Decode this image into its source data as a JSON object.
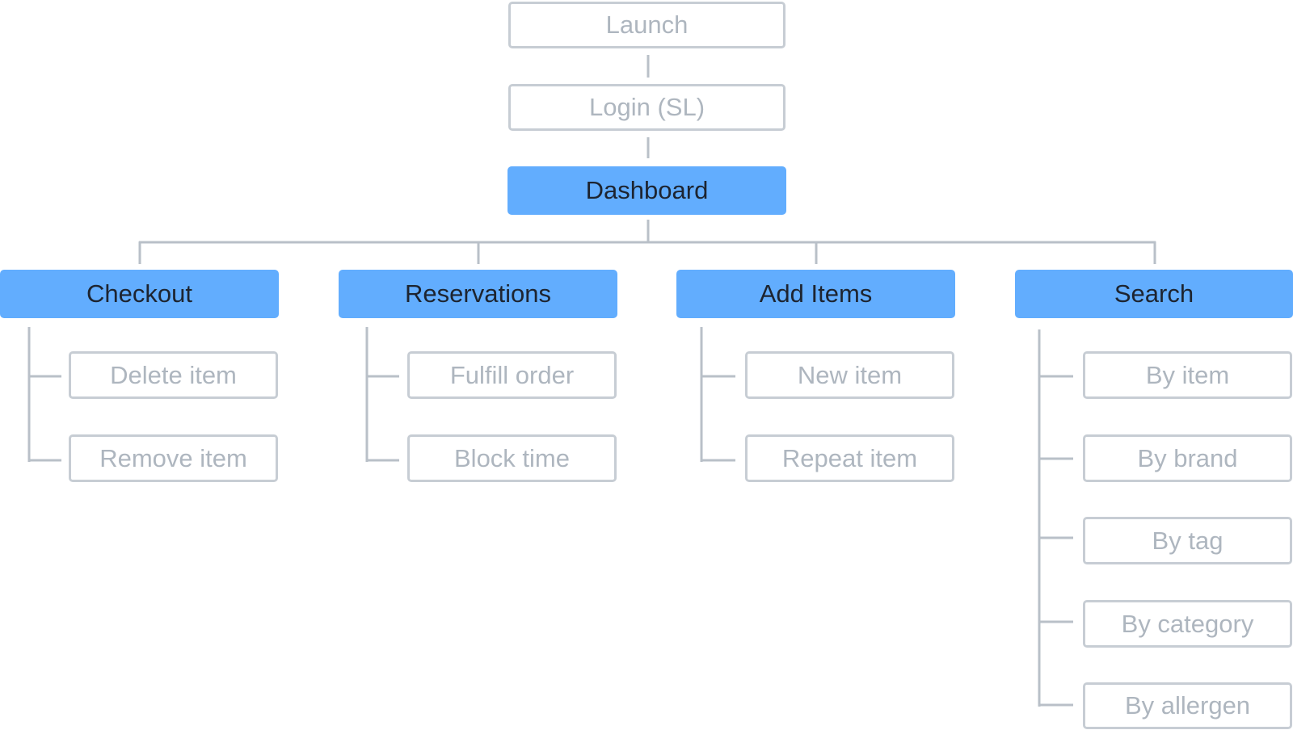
{
  "colors": {
    "primary_fill": "#62adfe",
    "primary_text": "#1d2430",
    "outline_border": "#c7cdd4",
    "outline_text": "#aeb6bf",
    "connector": "#b9c0c8"
  },
  "flow": {
    "launch": "Launch",
    "login": "Login (SL)",
    "dashboard": "Dashboard"
  },
  "sections": [
    {
      "title": "Checkout",
      "items": [
        "Delete item",
        "Remove item"
      ]
    },
    {
      "title": "Reservations",
      "items": [
        "Fulfill order",
        "Block time"
      ]
    },
    {
      "title": "Add Items",
      "items": [
        "New item",
        "Repeat item"
      ]
    },
    {
      "title": "Search",
      "items": [
        "By item",
        "By brand",
        "By tag",
        "By category",
        "By allergen"
      ]
    }
  ]
}
